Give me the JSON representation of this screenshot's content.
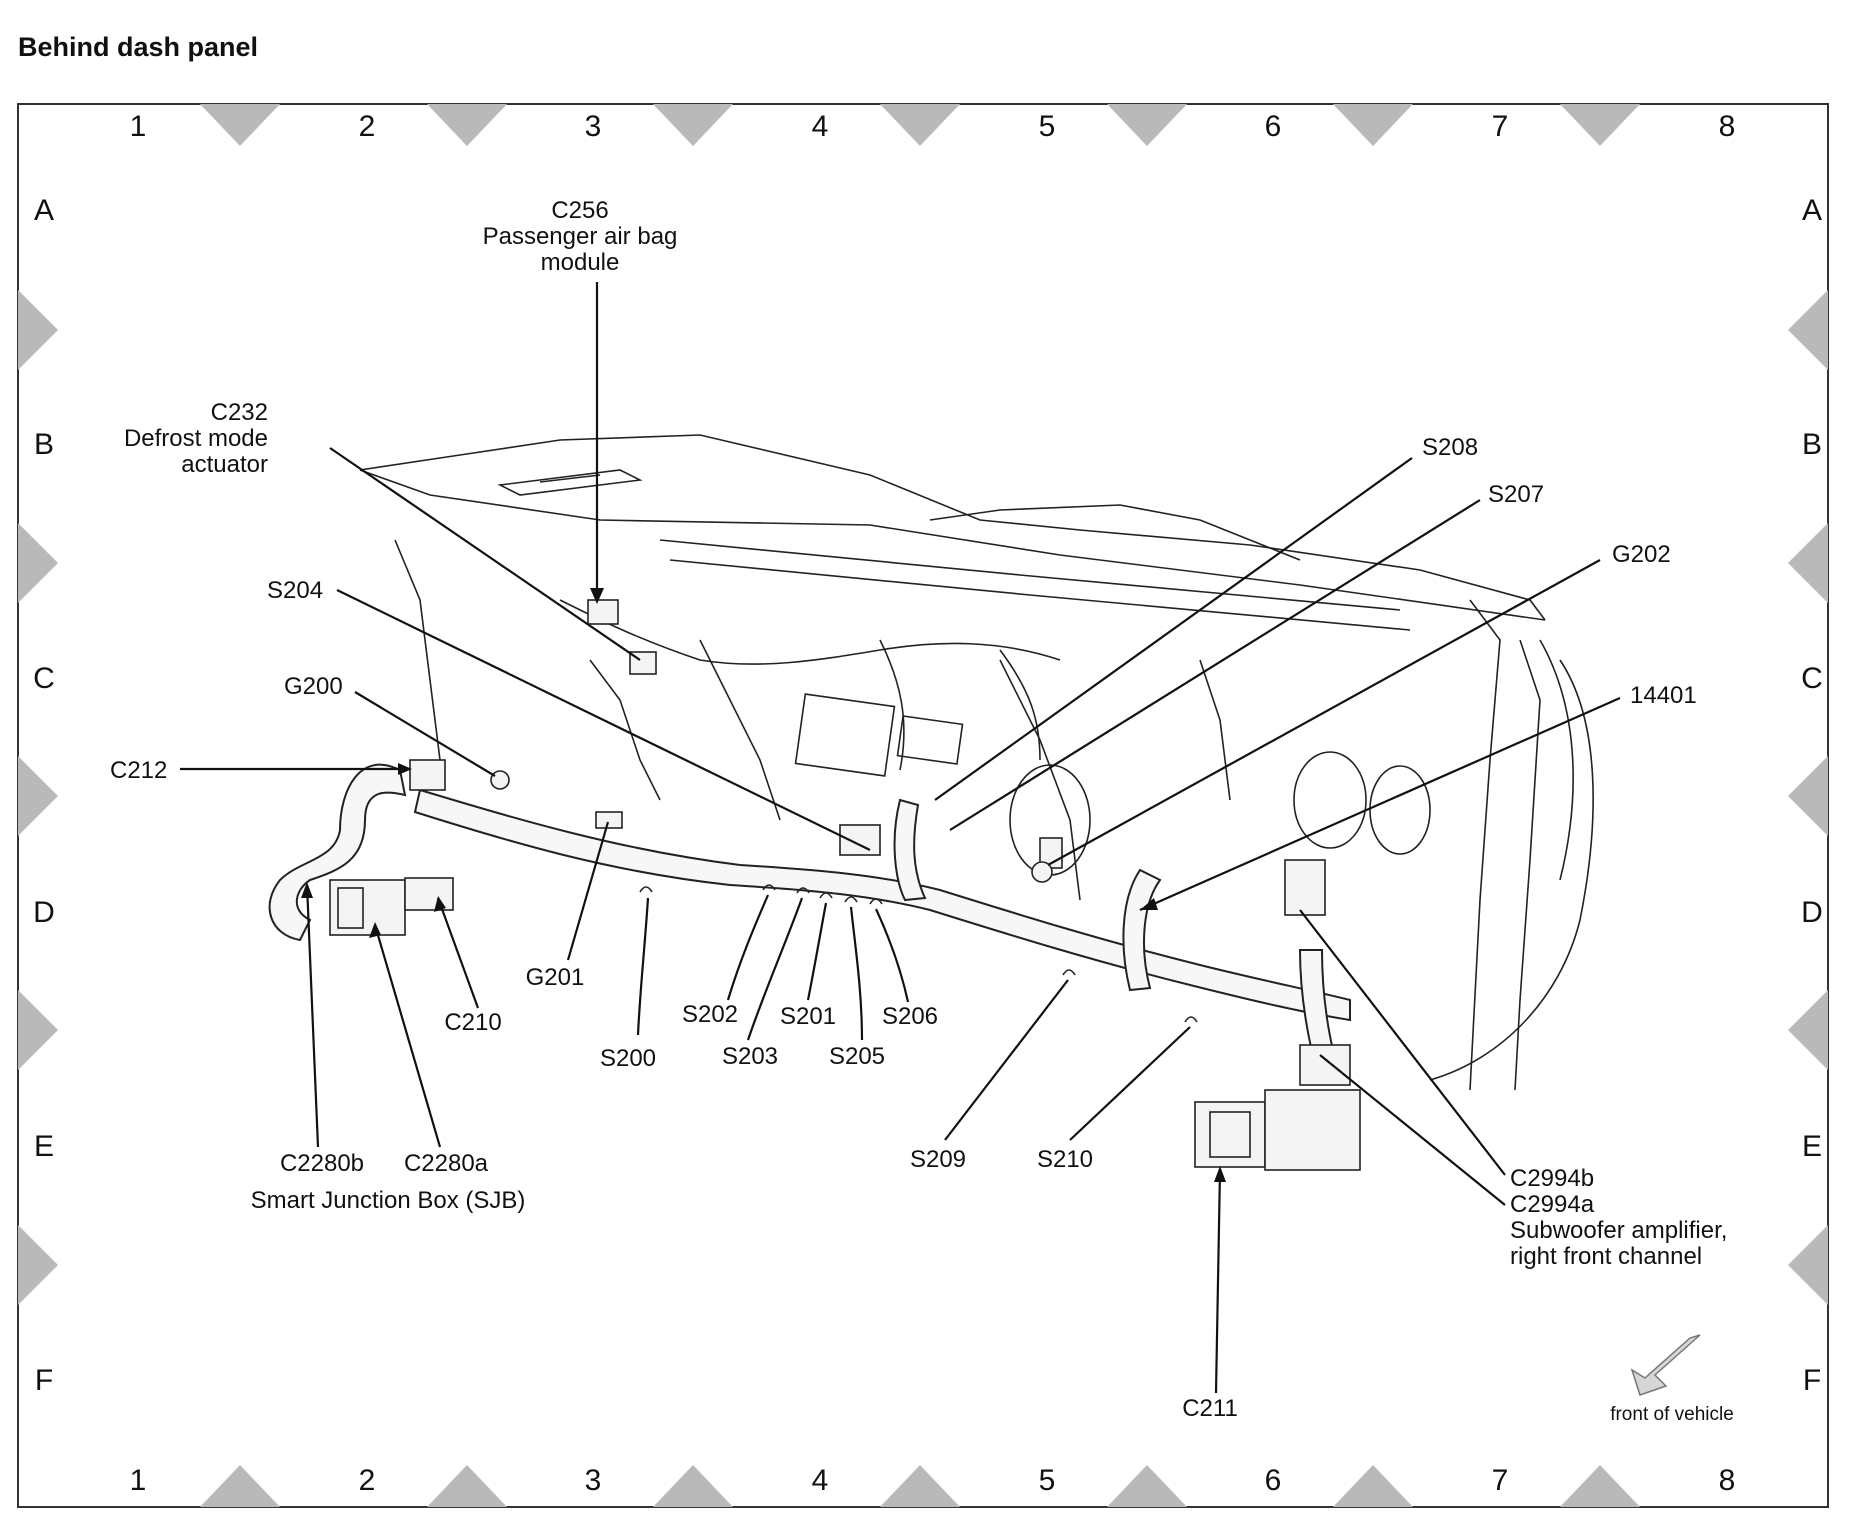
{
  "title": "Behind dash panel",
  "grid": {
    "columns": [
      "1",
      "2",
      "3",
      "4",
      "5",
      "6",
      "7",
      "8"
    ],
    "rows": [
      "A",
      "B",
      "C",
      "D",
      "E",
      "F"
    ]
  },
  "labels": {
    "c256": "C256",
    "c256_desc1": "Passenger air bag",
    "c256_desc2": "module",
    "c232": "C232",
    "c232_desc1": "Defrost mode",
    "c232_desc2": "actuator",
    "s208": "S208",
    "s207": "S207",
    "g202": "G202",
    "s204": "S204",
    "g200": "G200",
    "c212": "C212",
    "n14401": "14401",
    "g201": "G201",
    "c210": "C210",
    "s200": "S200",
    "s202": "S202",
    "s203": "S203",
    "s201": "S201",
    "s205": "S205",
    "s206": "S206",
    "s209": "S209",
    "s210": "S210",
    "c2280b": "C2280b",
    "c2280a": "C2280a",
    "sjb": "Smart Junction Box (SJB)",
    "c2994b": "C2994b",
    "c2994a": "C2994a",
    "sub1": "Subwoofer amplifier,",
    "sub2": "right front channel",
    "c211": "C211",
    "front": "front of vehicle"
  }
}
